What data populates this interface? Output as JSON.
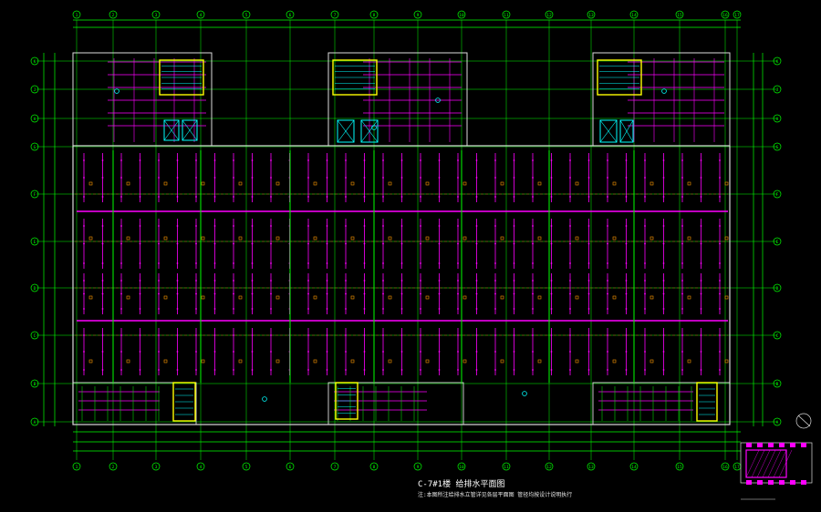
{
  "drawing": {
    "title": "C-7#1楼 给排水平面图",
    "subtitle": "注:本图所注给排水立管详见各层平面图 管径均按设计说明执行",
    "col_axes": [
      "1",
      "2",
      "3",
      "4",
      "5",
      "6",
      "7",
      "8",
      "9",
      "10",
      "11",
      "12",
      "13",
      "14",
      "15",
      "16",
      "17"
    ],
    "row_axes": [
      "A",
      "B",
      "C",
      "D",
      "E",
      "F",
      "G",
      "H",
      "J",
      "K"
    ]
  },
  "colors": {
    "background": "#000000",
    "axis_green": "#00ff00",
    "pipe_magenta": "#ff00ff",
    "stair_yellow": "#ffff00",
    "equip_cyan": "#00ffff",
    "wall_white": "#dcdcdc",
    "grid_red": "#ff3030",
    "fixture_orange": "#ff9900"
  },
  "icons": [
    "north-arrow-icon",
    "stair-icon",
    "elevator-icon",
    "riser-icon"
  ]
}
